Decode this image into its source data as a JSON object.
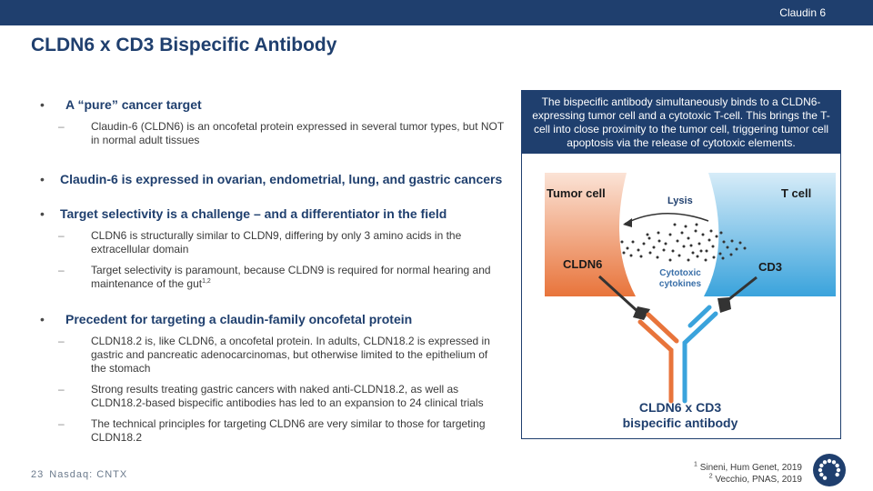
{
  "header": {
    "section_label": "Claudin 6"
  },
  "title": "CLDN6 x CD3 Bispecific Antibody",
  "bullets": [
    {
      "text": "A “pure” cancer target",
      "subs": [
        "Claudin-6 (CLDN6) is an oncofetal protein expressed in several tumor types, but NOT in normal adult tissues"
      ]
    },
    {
      "text": "Claudin-6 is expressed in ovarian, endometrial, lung, and gastric cancers",
      "subs": []
    },
    {
      "text": "Target selectivity is a challenge – and a differentiator in the field",
      "subs": [
        "CLDN6 is structurally similar to CLDN9, differing by only 3 amino acids in the extracellular domain",
        "Target selectivity is paramount, because CLDN9 is required for normal hearing and maintenance of the gut"
      ],
      "sub2_sup": "1,2"
    },
    {
      "text": "Precedent for targeting a claudin-family oncofetal protein",
      "subs": [
        "CLDN18.2 is, like CLDN6, a oncofetal protein. In adults, CLDN18.2 is expressed in gastric and pancreatic adenocarcinomas, but otherwise limited to the epithelium of the stomach",
        "Strong results treating gastric cancers with naked anti-CLDN18.2, as well as CLDN18.2-based bispecific antibodies has led to an expansion to 24 clinical trials",
        "The technical principles for targeting CLDN6 are very similar to those for targeting CLDN18.2"
      ]
    }
  ],
  "diagram": {
    "description": "The bispecific antibody simultaneously binds to a CLDN6-expressing tumor cell and a cytotoxic T-cell.  This brings the T-cell into close proximity to the tumor cell, triggering tumor cell apoptosis via the release of cytotoxic elements.",
    "tumor_cell": "Tumor cell",
    "t_cell": "T cell",
    "lysis": "Lysis",
    "cldn6": "CLDN6",
    "cd3": "CD3",
    "cytokines_line1": "Cytotoxic",
    "cytokines_line2": "cytokines",
    "antibody_line1": "CLDN6 x CD3",
    "antibody_line2": "bispecific antibody",
    "colors": {
      "tumor": "#e8743b",
      "tcell": "#3aa3dc",
      "navy": "#1f3f6e"
    }
  },
  "footnotes": [
    {
      "sup": "1",
      "text": "Sineni, Hum Genet, 2019"
    },
    {
      "sup": "2",
      "text": "Vecchio, PNAS, 2019"
    }
  ],
  "footer": {
    "page_number": "23",
    "ticker": "Nasdaq: CNTX"
  },
  "logo": {
    "icon": "company-logo-icon"
  }
}
